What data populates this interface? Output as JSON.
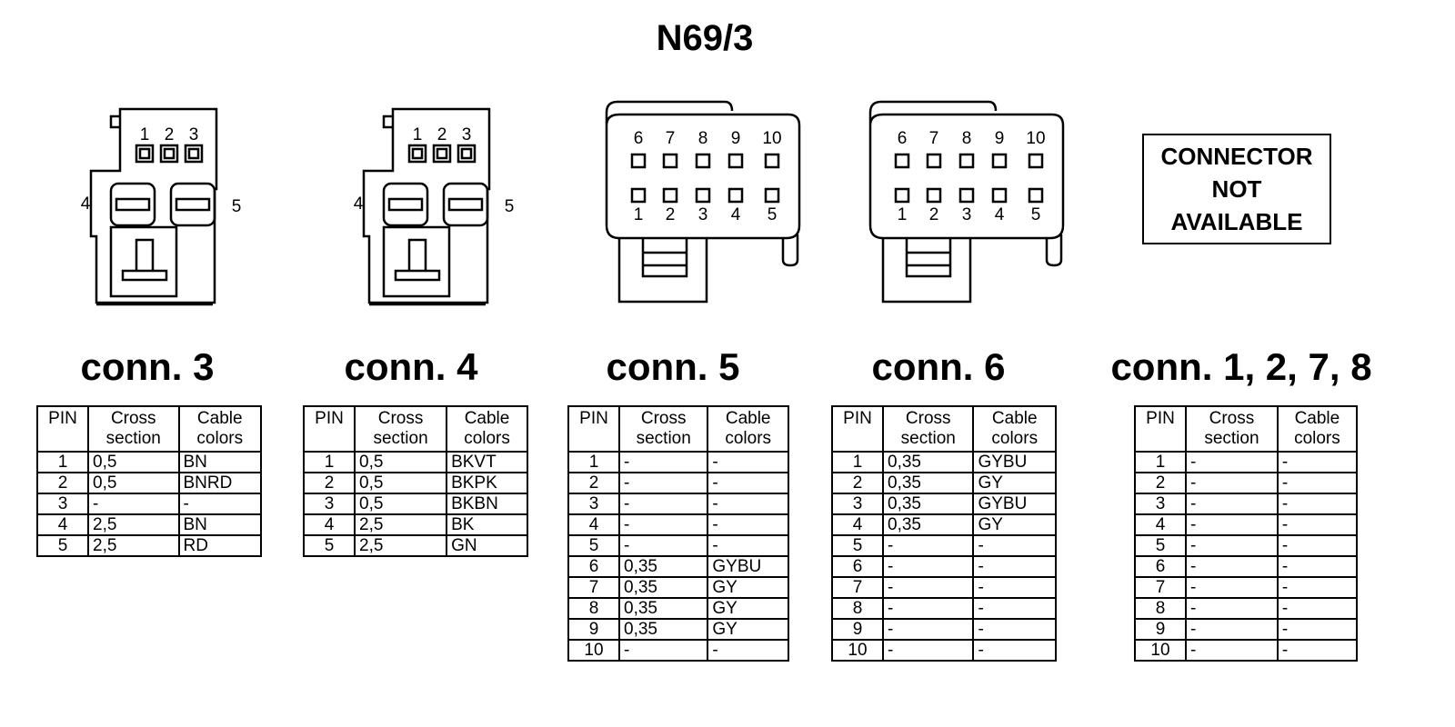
{
  "title": "N69/3",
  "not_available_lines": [
    "CONNECTOR",
    "NOT",
    "AVAILABLE"
  ],
  "small_connector_pins": {
    "top": [
      "1",
      "2",
      "3"
    ],
    "left": "4",
    "right": "5"
  },
  "large_connector_pins": {
    "top": [
      "6",
      "7",
      "8",
      "9",
      "10"
    ],
    "bottom": [
      "1",
      "2",
      "3",
      "4",
      "5"
    ]
  },
  "headers": {
    "pin": "PIN",
    "cross": [
      "Cross",
      "section"
    ],
    "cable": [
      "Cable",
      "colors"
    ]
  },
  "connectors": [
    {
      "label": "conn. 3",
      "rows": [
        [
          "1",
          "0,5",
          "BN"
        ],
        [
          "2",
          "0,5",
          "BNRD"
        ],
        [
          "3",
          "-",
          "-"
        ],
        [
          "4",
          "2,5",
          "BN"
        ],
        [
          "5",
          "2,5",
          "RD"
        ]
      ]
    },
    {
      "label": "conn. 4",
      "rows": [
        [
          "1",
          "0,5",
          "BKVT"
        ],
        [
          "2",
          "0,5",
          "BKPK"
        ],
        [
          "3",
          "0,5",
          "BKBN"
        ],
        [
          "4",
          "2,5",
          "BK"
        ],
        [
          "5",
          "2,5",
          "GN"
        ]
      ]
    },
    {
      "label": "conn. 5",
      "rows": [
        [
          "1",
          "-",
          "-"
        ],
        [
          "2",
          "-",
          "-"
        ],
        [
          "3",
          "-",
          "-"
        ],
        [
          "4",
          "-",
          "-"
        ],
        [
          "5",
          "-",
          "-"
        ],
        [
          "6",
          "0,35",
          "GYBU"
        ],
        [
          "7",
          "0,35",
          "GY"
        ],
        [
          "8",
          "0,35",
          "GY"
        ],
        [
          "9",
          "0,35",
          "GY"
        ],
        [
          "10",
          "-",
          "-"
        ]
      ]
    },
    {
      "label": "conn. 6",
      "rows": [
        [
          "1",
          "0,35",
          "GYBU"
        ],
        [
          "2",
          "0,35",
          "GY"
        ],
        [
          "3",
          "0,35",
          "GYBU"
        ],
        [
          "4",
          "0,35",
          "GY"
        ],
        [
          "5",
          "-",
          "-"
        ],
        [
          "6",
          "-",
          "-"
        ],
        [
          "7",
          "-",
          "-"
        ],
        [
          "8",
          "-",
          "-"
        ],
        [
          "9",
          "-",
          "-"
        ],
        [
          "10",
          "-",
          "-"
        ]
      ]
    },
    {
      "label": "conn. 1, 2, 7, 8",
      "rows": [
        [
          "1",
          "-",
          "-"
        ],
        [
          "2",
          "-",
          "-"
        ],
        [
          "3",
          "-",
          "-"
        ],
        [
          "4",
          "-",
          "-"
        ],
        [
          "5",
          "-",
          "-"
        ],
        [
          "6",
          "-",
          "-"
        ],
        [
          "7",
          "-",
          "-"
        ],
        [
          "8",
          "-",
          "-"
        ],
        [
          "9",
          "-",
          "-"
        ],
        [
          "10",
          "-",
          "-"
        ]
      ]
    }
  ]
}
